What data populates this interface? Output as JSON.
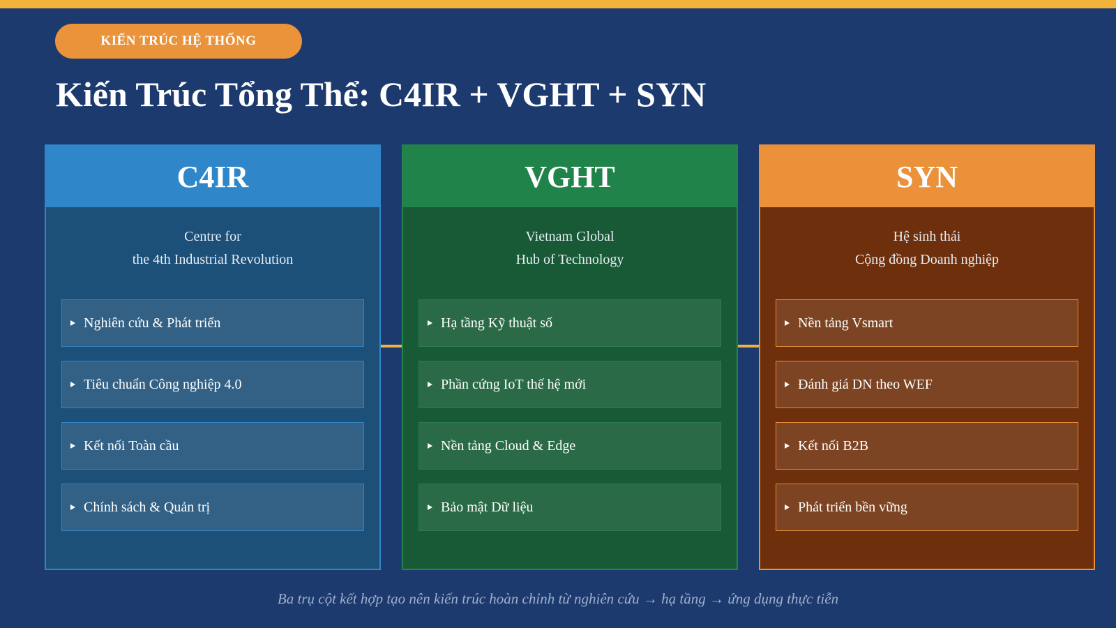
{
  "badge": {
    "label": "KIẾN TRÚC HỆ THỐNG"
  },
  "title": "Kiến Trúc Tổng Thể: C4IR + VGHT + SYN",
  "columns": [
    {
      "name": "C4IR",
      "subtitle_line1": "Centre for",
      "subtitle_line2": "the 4th Industrial Revolution",
      "items": [
        "Nghiên cứu & Phát triển",
        "Tiêu chuẩn Công nghiệp 4.0",
        "Kết nối Toàn cầu",
        "Chính sách & Quản trị"
      ]
    },
    {
      "name": "VGHT",
      "subtitle_line1": "Vietnam Global",
      "subtitle_line2": "Hub of Technology",
      "items": [
        "Hạ tầng Kỹ thuật số",
        "Phần cứng IoT thế hệ mới",
        "Nền tảng Cloud & Edge",
        "Bảo mật Dữ liệu"
      ]
    },
    {
      "name": "SYN",
      "subtitle_line1": "Hệ sinh thái",
      "subtitle_line2": "Cộng đồng Doanh nghiệp",
      "items": [
        "Nền tảng Vsmart",
        "Đánh giá DN theo WEF",
        "Kết nối B2B",
        "Phát triển bền vững"
      ]
    }
  ],
  "footer": "Ba trụ cột kết hợp tạo nên kiến trúc hoàn chỉnh từ nghiên cứu → hạ tầng → ứng dụng thực tiễn",
  "colors": {
    "background": "#1c3a6e",
    "accent_bar": "#f2b33d",
    "badge": "#ea933a",
    "c4ir": "#2f87c9",
    "vght": "#20844a",
    "syn": "#ea913a"
  }
}
